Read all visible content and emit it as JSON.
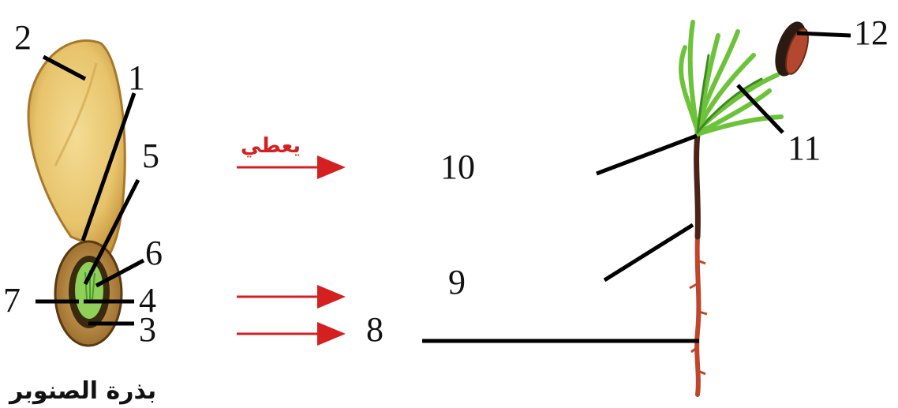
{
  "seed_caption": "بذرة الصنوبر",
  "arrow_caption": "يعطي",
  "labels": {
    "n1": "1",
    "n2": "2",
    "n3": "3",
    "n4": "4",
    "n5": "5",
    "n6": "6",
    "n7": "7",
    "n8": "8",
    "n9": "9",
    "n10": "10",
    "n11": "11",
    "n12": "12"
  },
  "colors": {
    "arrow": "#d42020",
    "seed_wing": "#e9c976",
    "needles": "#6cc33a",
    "stem": "#5a2a1a",
    "root": "#c0452a",
    "leader_line": "#000000"
  }
}
